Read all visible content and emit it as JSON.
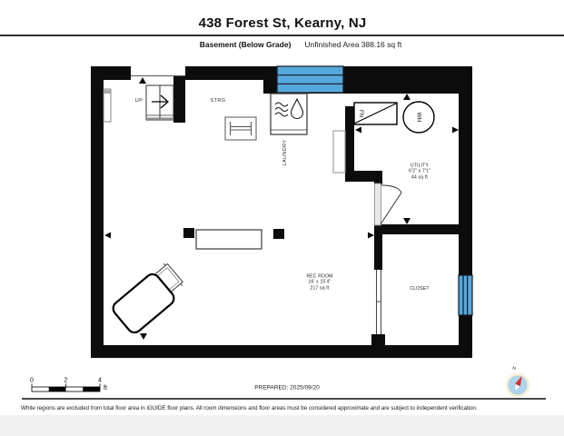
{
  "header": {
    "title": "438 Forest St, Kearny, NJ",
    "floor_label": "Basement (Below Grade)",
    "area_label": "Unfinished Area 388.16 sq ft"
  },
  "floorplan": {
    "labels": {
      "up": "UP",
      "storage": "STRG",
      "laundry": "LAUNDRY",
      "furnace": "FN",
      "water_heater": "WH"
    },
    "rooms": [
      {
        "name": "REC ROOM",
        "dimensions": "16' x 15'4\"",
        "area": "217 sq ft"
      },
      {
        "name": "UTILITY",
        "dimensions": "6'2\" x 7'1\"",
        "area": "44 sq ft"
      },
      {
        "name": "CLOSET"
      }
    ]
  },
  "scale_bar": {
    "ticks": [
      "0",
      "2",
      "4"
    ],
    "unit": "ft"
  },
  "footer": {
    "prepared": "PREPARED: 2025/09/20",
    "compass_label": "N",
    "disclaimer": "White regions are excluded from total floor area in iGUIDE floor plans. All room dimensions and floor areas must be considered approximate and are subject to independent verification."
  },
  "colors": {
    "wall": "#0c0c0c",
    "window_blue": "#54a9dc",
    "compass_red": "#d93025",
    "compass_blue": "#abd4ee",
    "compass_ring": "#f6f0dd"
  }
}
